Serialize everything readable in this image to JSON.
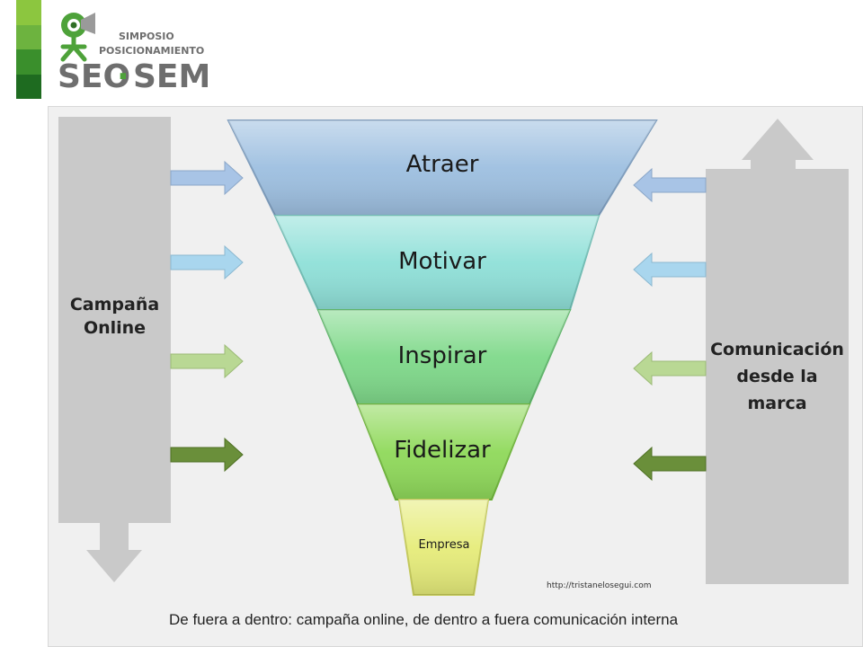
{
  "logo": {
    "line1": "SIMPOSIO",
    "line2": "POSICIONAMIENTO",
    "brand_left": "SEO",
    "brand_dot": "·",
    "brand_right": "SEM",
    "stripe_colors": [
      "#8cc63f",
      "#6db33f",
      "#3a8f2c",
      "#1e6b20"
    ]
  },
  "diagram": {
    "left_label": "Campaña\nOnline",
    "right_label": "Comunicación\ndesde la\nmarca",
    "tiers": [
      {
        "label": "Atraer",
        "color": "#9dbfe0"
      },
      {
        "label": "Motivar",
        "color": "#8fe0d8"
      },
      {
        "label": "Inspirar",
        "color": "#7fd98a"
      },
      {
        "label": "Fidelizar",
        "color": "#8fd95a"
      },
      {
        "label": "Empresa",
        "color": "#e6ec7a"
      }
    ],
    "arrow_colors": [
      "#a8c4e6",
      "#a9d6ee",
      "#b9d894",
      "#6a8f3a"
    ],
    "url": "http://tristanelosegui.com",
    "caption": "De fuera a dentro: campaña online, de dentro a fuera comunicación interna"
  }
}
